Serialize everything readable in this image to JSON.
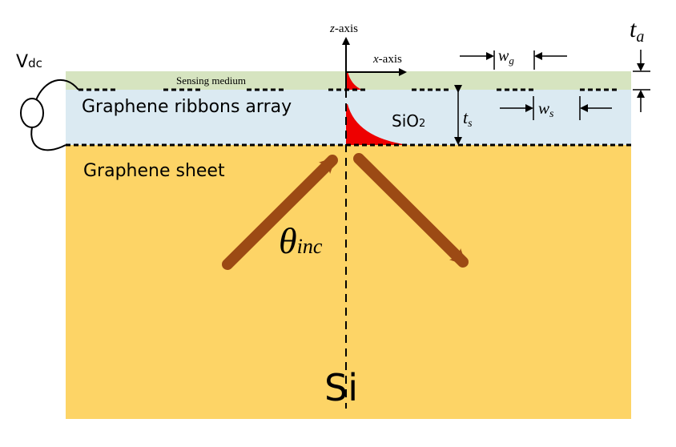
{
  "labels": {
    "vdc_main": "V",
    "vdc_sub": "dc",
    "sensing_medium": "Sensing medium",
    "ribbons": "Graphene ribbons array",
    "sheet": "Graphene sheet",
    "sio2_main": "SiO",
    "sio2_sub": "2",
    "si": "Si",
    "z_axis_var": "z",
    "z_axis_rest": "-axis",
    "x_axis_var": "x",
    "x_axis_rest": "-axis",
    "theta": "θ",
    "theta_sub": "inc",
    "ta_main": "t",
    "ta_sub": "a",
    "ts_main": "t",
    "ts_sub": "s",
    "wg_main": "w",
    "wg_sub": "g",
    "ws_main": "w",
    "ws_sub": "s"
  },
  "colors": {
    "sensing": "#d6e4c0",
    "sio2": "#dbeaf2",
    "si": "#fdd466",
    "field": "#ee0000",
    "beam": "#9c4a14"
  }
}
